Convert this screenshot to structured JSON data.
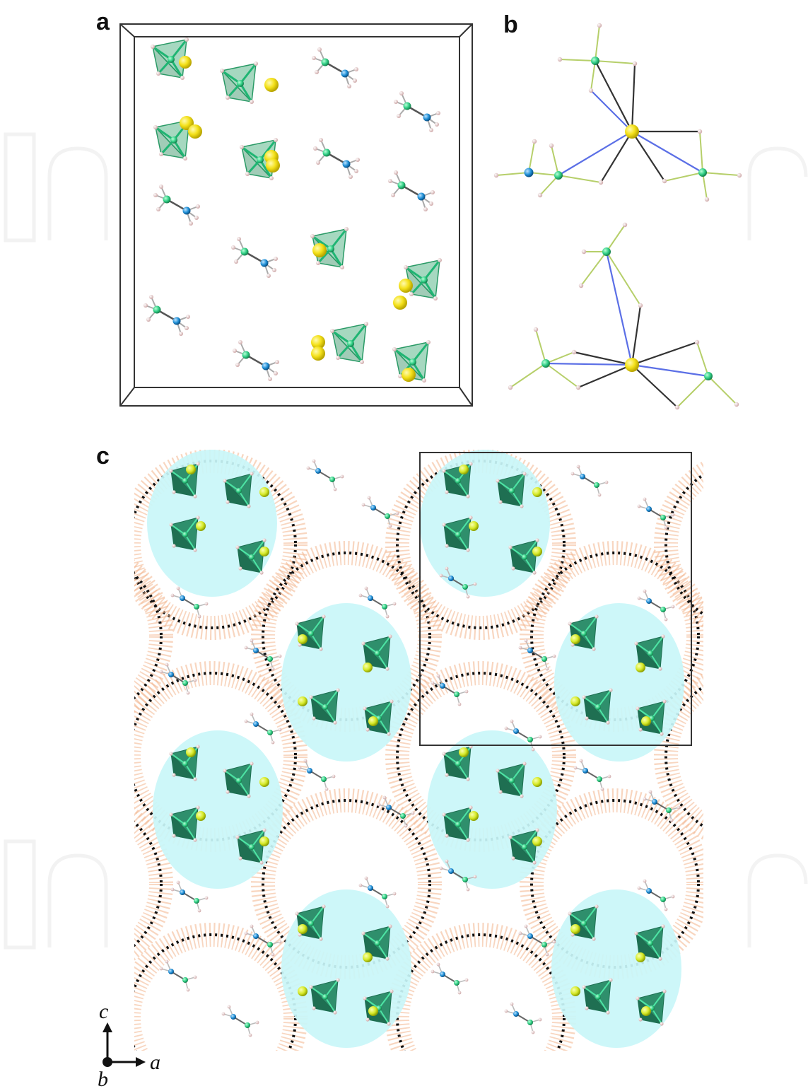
{
  "panels": {
    "a": "a",
    "b": "b",
    "c": "c"
  },
  "axes": {
    "vertical": "c",
    "horizontal": "a",
    "origin": "b"
  },
  "colors": {
    "background": "#ffffff",
    "yellow_atom": "#f4e11a",
    "green_atom": "#2fce84",
    "blue_atom": "#1f8fd6",
    "hydrogen": "#f2dede",
    "polyhedron": "#3aa874",
    "cell_outline": "#333333",
    "ellipse_fill": "#c9f6f8",
    "ring_dots": "#f2b48c",
    "ring_line": "#111111",
    "blue_bond": "#5b6fe6",
    "olive_bond": "#b6cf6a"
  },
  "watermark": "IntechOpen"
}
